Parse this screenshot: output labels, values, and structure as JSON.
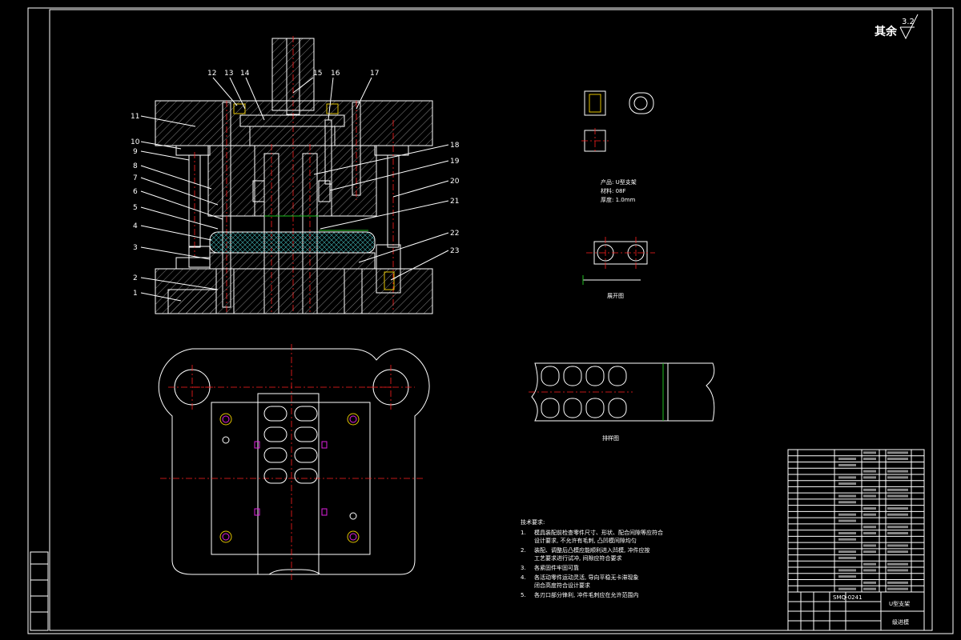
{
  "drawing": {
    "roughness_label": "其余",
    "roughness_value": "3.2",
    "part_numbers": [
      "1",
      "2",
      "3",
      "4",
      "5",
      "6",
      "7",
      "8",
      "9",
      "10",
      "11",
      "12",
      "13",
      "14",
      "15",
      "16",
      "17",
      "18",
      "19",
      "20",
      "21",
      "22",
      "23"
    ],
    "product_info": [
      "产品: U型支架",
      "材料: 08F",
      "厚度: 1.0mm"
    ],
    "view_titles": {
      "unfold": "展开图",
      "layout": "排样图"
    },
    "tech_req_title": "技术要求:",
    "tech_requirements": [
      {
        "num": "1.",
        "lines": [
          "模具装配前检查零件尺寸、形状、配合间隙等应符合",
          "设计要求, 不允许有毛刺, 凸凹模间隙均匀"
        ]
      },
      {
        "num": "2.",
        "lines": [
          "装配、调整后凸模应能顺利进入凹模, 冲件应按",
          "工艺要求进行试冲, 间隙应符合要求"
        ]
      },
      {
        "num": "3.",
        "lines": [
          "各紧固件牢固可靠"
        ]
      },
      {
        "num": "4.",
        "lines": [
          "各活动零件运动灵活, 导向平稳无卡滞现象",
          "闭合高度符合设计要求"
        ]
      },
      {
        "num": "5.",
        "lines": [
          "各刃口部分锋利, 冲件毛刺应在允许范围内"
        ]
      }
    ],
    "drawing_code": "SMQ-0241",
    "title_block": {
      "name": "U型支架",
      "type": "级进模"
    }
  }
}
